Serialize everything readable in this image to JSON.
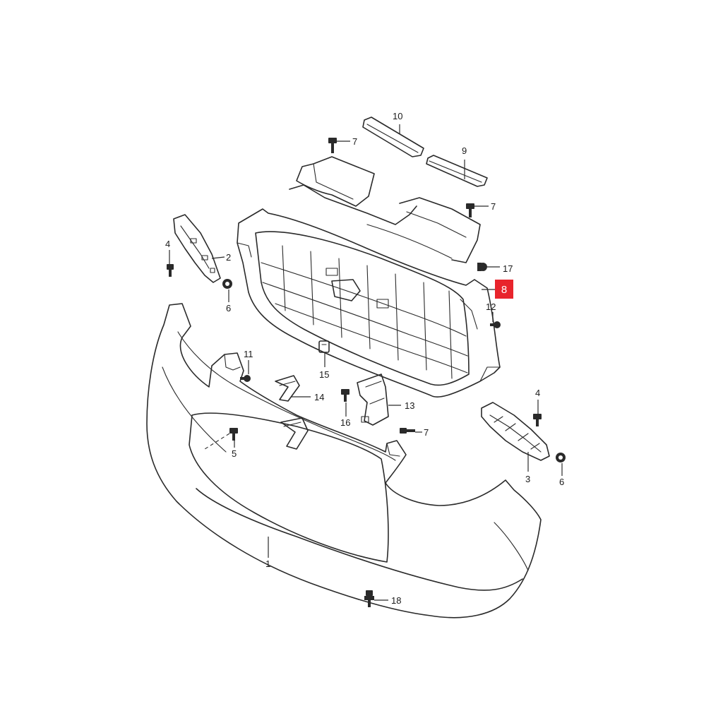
{
  "highlight_color": "#e8242c",
  "callouts": {
    "c1": "1",
    "c2": "2",
    "c3": "3",
    "c4a": "4",
    "c4b": "4",
    "c5": "5",
    "c6a": "6",
    "c6b": "6",
    "c7a": "7",
    "c7b": "7",
    "c7c": "7",
    "c8": "8",
    "c9": "9",
    "c10": "10",
    "c11": "11",
    "c12": "12",
    "c13": "13",
    "c14": "14",
    "c15": "15",
    "c16": "16",
    "c17": "17",
    "c18": "18"
  }
}
